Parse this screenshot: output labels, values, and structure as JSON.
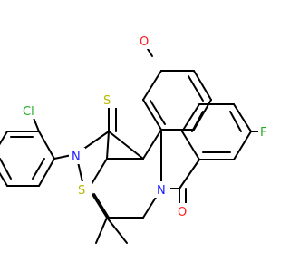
{
  "molecule": {
    "atoms": {
      "sulfur_thione": {
        "label": "S",
        "color": "#b8b800"
      },
      "sulfur_ring": {
        "label": "S",
        "color": "#b8b800"
      },
      "chlorine": {
        "label": "Cl",
        "color": "#22aa22"
      },
      "nitrogen_isothiazole": {
        "label": "N",
        "color": "#1a1aff"
      },
      "nitrogen_quinoline": {
        "label": "N",
        "color": "#1a1aff"
      },
      "oxygen_methoxy": {
        "label": "O",
        "color": "#ff1a1a"
      },
      "oxygen_carbonyl": {
        "label": "O",
        "color": "#ff1a1a"
      },
      "fluorine": {
        "label": "F",
        "color": "#22aa22"
      }
    }
  }
}
